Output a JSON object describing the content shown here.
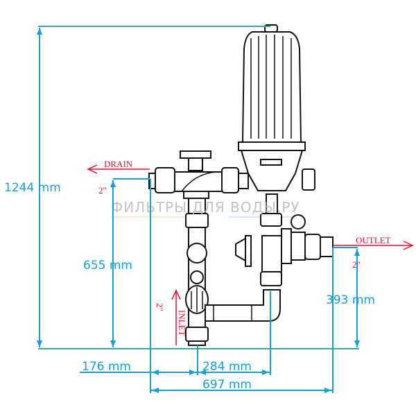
{
  "dimensions": {
    "total_height": "1244 mm",
    "drain_height": "655 mm",
    "outlet_height": "393 mm",
    "left_offset": "176 mm",
    "inlet_to_riser": "284 mm",
    "total_width": "697 mm"
  },
  "ports": {
    "drain": {
      "label": "DRAIN",
      "size": "2\""
    },
    "outlet": {
      "label": "OUTLET",
      "size": "2\""
    },
    "inlet": {
      "label": "INLET",
      "size": "2\""
    }
  },
  "watermark": "ФИЛЬТРЫ ДЛЯ ВОДЫ.РУ",
  "colors": {
    "dimension": "#1a9fd0",
    "port": "#e8112d"
  }
}
